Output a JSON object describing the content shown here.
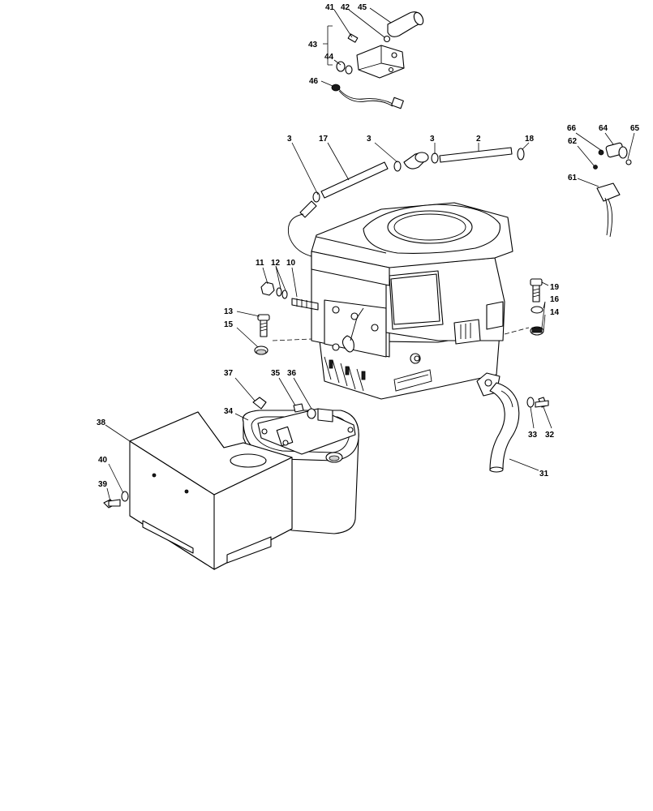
{
  "callouts": [
    {
      "id": "c41",
      "text": "41"
    },
    {
      "id": "c42",
      "text": "42"
    },
    {
      "id": "c45",
      "text": "45"
    },
    {
      "id": "c43",
      "text": "43"
    },
    {
      "id": "c44",
      "text": "44"
    },
    {
      "id": "c46",
      "text": "46"
    },
    {
      "id": "c3a",
      "text": "3"
    },
    {
      "id": "c17",
      "text": "17"
    },
    {
      "id": "c3b",
      "text": "3"
    },
    {
      "id": "c3c",
      "text": "3"
    },
    {
      "id": "c2",
      "text": "2"
    },
    {
      "id": "c18",
      "text": "18"
    },
    {
      "id": "c66",
      "text": "66"
    },
    {
      "id": "c64",
      "text": "64"
    },
    {
      "id": "c65",
      "text": "65"
    },
    {
      "id": "c62",
      "text": "62"
    },
    {
      "id": "c61",
      "text": "61"
    },
    {
      "id": "c11",
      "text": "11"
    },
    {
      "id": "c12",
      "text": "12"
    },
    {
      "id": "c10",
      "text": "10"
    },
    {
      "id": "c13",
      "text": "13"
    },
    {
      "id": "c15",
      "text": "15"
    },
    {
      "id": "c19",
      "text": "19"
    },
    {
      "id": "c16",
      "text": "16"
    },
    {
      "id": "c14",
      "text": "14"
    },
    {
      "id": "c37",
      "text": "37"
    },
    {
      "id": "c35",
      "text": "35"
    },
    {
      "id": "c36",
      "text": "36"
    },
    {
      "id": "c34",
      "text": "34"
    },
    {
      "id": "c38",
      "text": "38"
    },
    {
      "id": "c40",
      "text": "40"
    },
    {
      "id": "c39",
      "text": "39"
    },
    {
      "id": "c33",
      "text": "33"
    },
    {
      "id": "c32",
      "text": "32"
    },
    {
      "id": "c31",
      "text": "31"
    }
  ]
}
